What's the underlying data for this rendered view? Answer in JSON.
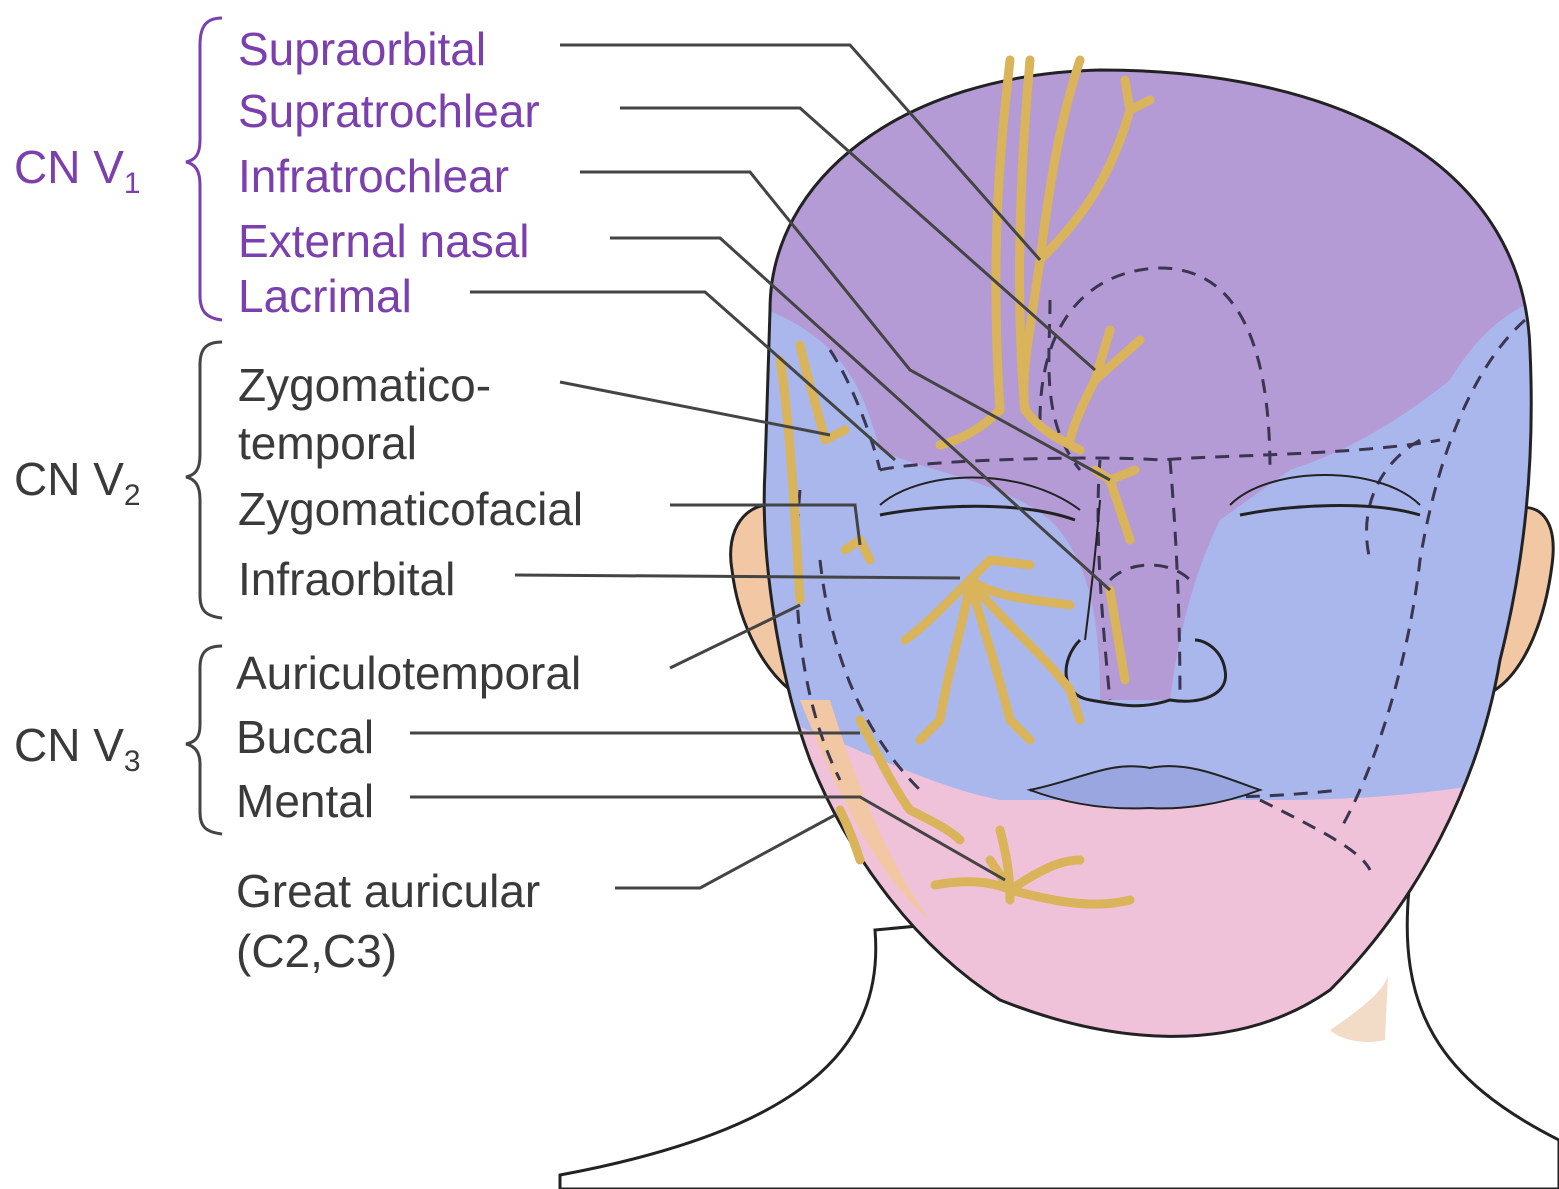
{
  "colors": {
    "v1_text": "#7b3fae",
    "text": "#3a3a3a",
    "v1_zone": "#b49bd6",
    "v2_zone": "#a9b7ec",
    "v3_zone": "#f0c2d9",
    "skin": "#f1c8a3",
    "nerve": "#d9b45a",
    "outline": "#222222"
  },
  "groups": [
    {
      "id": "v1",
      "prefix": "CN V",
      "sub": "1"
    },
    {
      "id": "v2",
      "prefix": "CN V",
      "sub": "2"
    },
    {
      "id": "v3",
      "prefix": "CN V",
      "sub": "3"
    }
  ],
  "labels": {
    "supraorbital": "Supraorbital",
    "supratrochlear": "Supratrochlear",
    "infratrochlear": "Infratrochlear",
    "external_nasal": "External nasal",
    "lacrimal": "Lacrimal",
    "zygomaticotemporal_1": "Zygomatico-",
    "zygomaticotemporal_2": "temporal",
    "zygomaticofacial": "Zygomaticofacial",
    "infraorbital": "Infraorbital",
    "auriculotemporal": "Auriculotemporal",
    "buccal": "Buccal",
    "mental": "Mental",
    "great_auricular_1": "Great auricular",
    "great_auricular_2": "(C2,C3)"
  }
}
